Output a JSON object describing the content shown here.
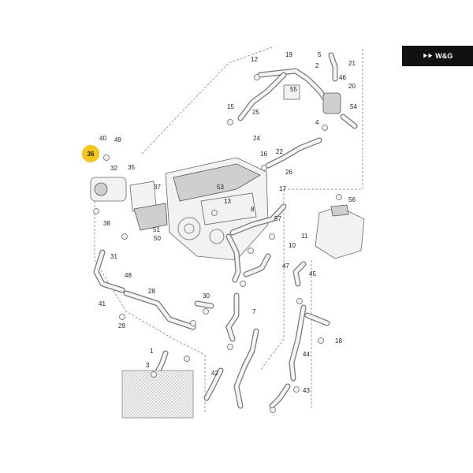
{
  "brand": {
    "name": "W&G"
  },
  "highlight": {
    "label": "36",
    "color": "#f5c518"
  },
  "callouts": [
    "1",
    "2",
    "3",
    "4",
    "5",
    "7",
    "8",
    "10",
    "11",
    "12",
    "13",
    "15",
    "16",
    "17",
    "18",
    "19",
    "20",
    "21",
    "22",
    "24",
    "25",
    "26",
    "28",
    "29",
    "30",
    "31",
    "32",
    "35",
    "37",
    "38",
    "40",
    "41",
    "42",
    "43",
    "44",
    "45",
    "46",
    "47",
    "48",
    "49",
    "50",
    "51",
    "53",
    "54",
    "55",
    "56",
    "57"
  ]
}
